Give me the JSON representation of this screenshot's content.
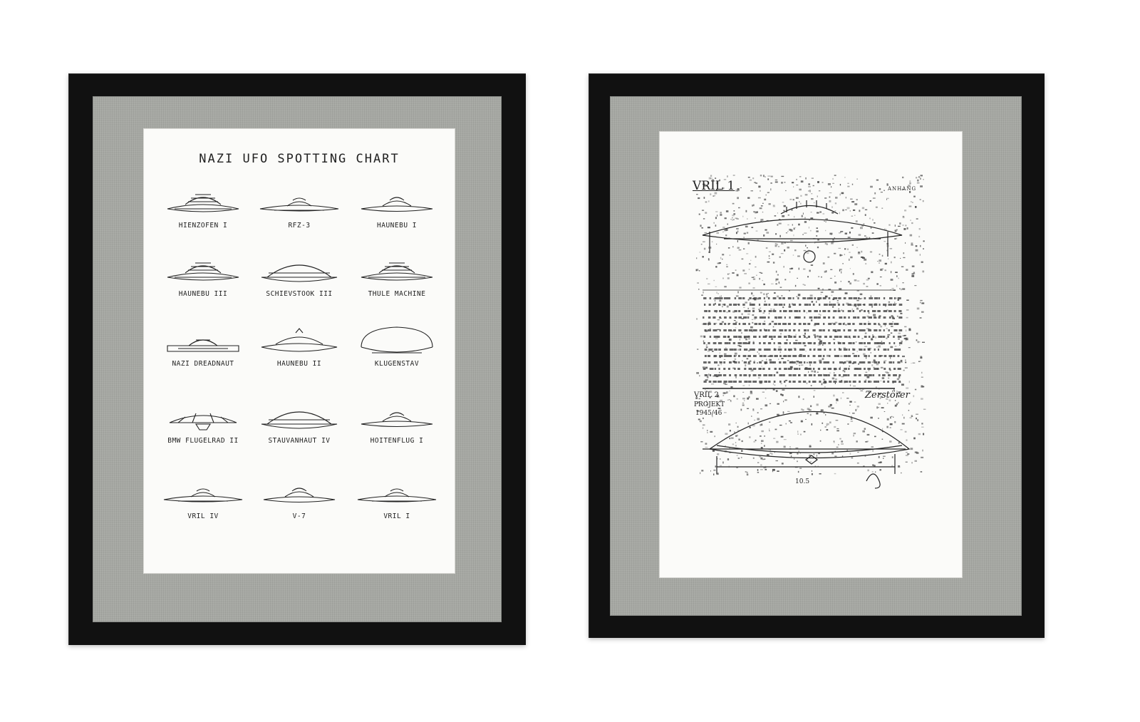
{
  "left_print": {
    "title": "NAZI UFO SPOTTING CHART",
    "craft": [
      {
        "label": "HIENZOFEN I",
        "shape": "tiered"
      },
      {
        "label": "RFZ-3",
        "shape": "flat"
      },
      {
        "label": "HAUNEBU I",
        "shape": "flat-dome"
      },
      {
        "label": "HAUNEBU III",
        "shape": "tiered"
      },
      {
        "label": "SCHIEVSTOOK III",
        "shape": "dome"
      },
      {
        "label": "THULE MACHINE",
        "shape": "tiered"
      },
      {
        "label": "NAZI DREADNAUT",
        "shape": "box"
      },
      {
        "label": "HAUNEBU II",
        "shape": "dome-top"
      },
      {
        "label": "KLUGENSTAV",
        "shape": "big-dome"
      },
      {
        "label": "BMW FLUGELRAD II",
        "shape": "rotor"
      },
      {
        "label": "STAUVANHAUT IV",
        "shape": "dome"
      },
      {
        "label": "HOITENFLUG I",
        "shape": "flat-dome"
      },
      {
        "label": "VRIL IV",
        "shape": "flat"
      },
      {
        "label": "V-7",
        "shape": "flat-dome"
      },
      {
        "label": "VRIL I",
        "shape": "flat"
      }
    ]
  },
  "right_print": {
    "title_top": "VRIL 1",
    "tag_top": "ANHANG",
    "label_mid_left": "VRIL 2",
    "label_mid_right": "Zerstörer",
    "project_note": "PROJEKT",
    "project_year": "1945/46",
    "dimension": "10.5"
  }
}
